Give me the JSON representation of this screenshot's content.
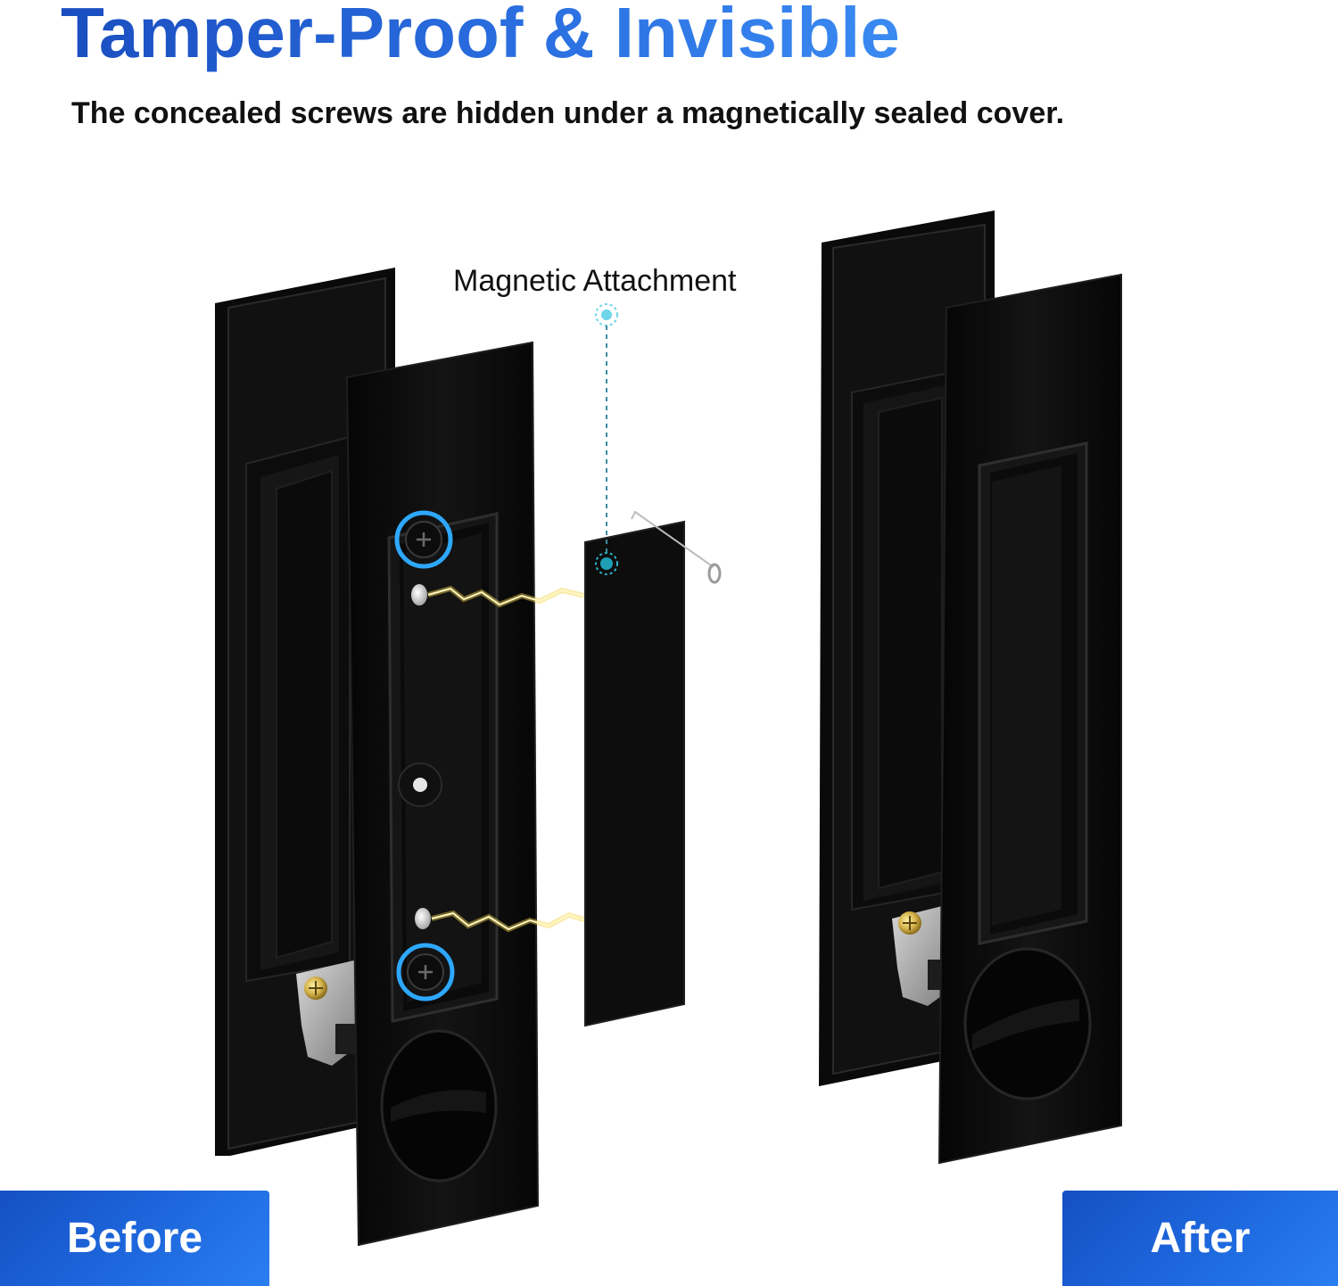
{
  "header": {
    "title": "Tamper-Proof & Invisible",
    "subtitle": "The concealed screws are hidden under a magnetically sealed cover."
  },
  "callout": {
    "label": "Magnetic Attachment"
  },
  "tags": {
    "before": "Before",
    "after": "After"
  },
  "colors": {
    "brand_blue": "#1d5fd6",
    "hardware_black": "#0d0d0d",
    "highlight_ring": "#2ea8ff",
    "magnet_spark": "#f2d24a"
  },
  "icons": {
    "screw": "screw-icon",
    "magnet_dot": "magnet-dot-icon"
  }
}
